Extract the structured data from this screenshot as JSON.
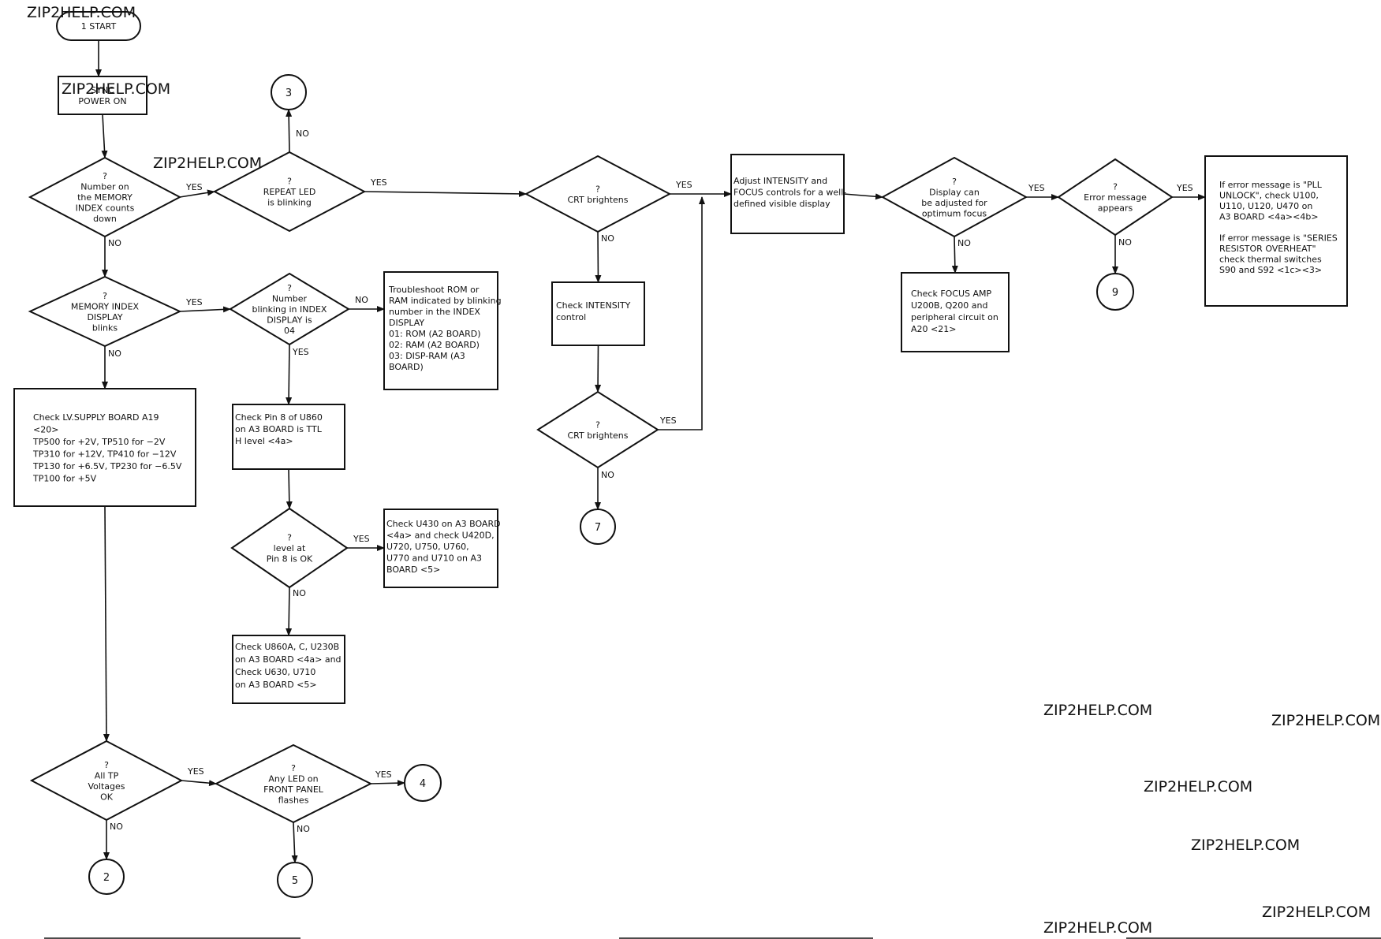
{
  "nodes": {
    "start": {
      "kind": "terminal",
      "text": [
        "1 START"
      ]
    },
    "power_on": {
      "kind": "box",
      "text": [
        "SYNC",
        "POWER ON"
      ]
    },
    "mem_index_counts": {
      "kind": "decision",
      "text": [
        "?",
        "Number on",
        "the MEMORY",
        "INDEX counts",
        "down"
      ]
    },
    "repeat_led": {
      "kind": "decision",
      "text": [
        "?",
        "REPEAT LED",
        "is blinking"
      ]
    },
    "mem_index_blinks": {
      "kind": "decision",
      "text": [
        "?",
        "MEMORY INDEX",
        "DISPLAY",
        "blinks"
      ]
    },
    "number_blinking": {
      "kind": "decision",
      "text": [
        "?",
        "Number",
        "blinking in INDEX",
        "DISPLAY is",
        "04"
      ]
    },
    "troubleshoot_rom": {
      "kind": "box",
      "text": [
        "Troubleshoot ROM or",
        "RAM indicated by blinking",
        "number in the INDEX",
        "DISPLAY",
        "01: ROM (A2 BOARD)",
        "02: RAM (A2 BOARD)",
        "03: DISP-RAM (A3",
        "BOARD)"
      ]
    },
    "check_lv_supply": {
      "kind": "box",
      "text": [
        "Check LV.SUPPLY BOARD A19",
        "<20>",
        "TP500 for +2V, TP510 for −2V",
        "TP310 for +12V, TP410 for −12V",
        "TP130 for +6.5V, TP230 for −6.5V",
        "TP100 for +5V"
      ]
    },
    "check_pin8": {
      "kind": "box",
      "text": [
        "Check Pin 8 of U860",
        "on A3 BOARD is TTL",
        "H level <4a>"
      ]
    },
    "level_pin8": {
      "kind": "decision",
      "text": [
        "?",
        "level at",
        "Pin 8 is OK"
      ]
    },
    "check_u430": {
      "kind": "box",
      "text": [
        "Check U430 on A3 BOARD",
        "<4a> and check U420D,",
        "U720, U750, U760,",
        "U770 and U710 on A3",
        "BOARD <5>"
      ]
    },
    "check_u860a": {
      "kind": "box",
      "text": [
        "Check U860A, C, U230B",
        "on A3 BOARD <4a> and",
        "Check U630, U710",
        "on A3 BOARD <5>"
      ]
    },
    "all_tp": {
      "kind": "decision",
      "text": [
        "?",
        "All TP",
        "Voltages",
        "OK"
      ]
    },
    "any_led": {
      "kind": "decision",
      "text": [
        "?",
        "Any LED on",
        "FRONT PANEL",
        "flashes"
      ]
    },
    "crt_brightens_1": {
      "kind": "decision",
      "text": [
        "?",
        "CRT brightens"
      ]
    },
    "check_intensity": {
      "kind": "box",
      "text": [
        "Check INTENSITY",
        "control"
      ]
    },
    "crt_brightens_2": {
      "kind": "decision",
      "text": [
        "?",
        "CRT brightens"
      ]
    },
    "adjust_intensity": {
      "kind": "box",
      "text": [
        "Adjust INTENSITY and",
        "FOCUS controls for a well-",
        "defined visible display"
      ]
    },
    "display_focus": {
      "kind": "decision",
      "text": [
        "?",
        "Display can",
        "be adjusted for",
        "optimum focus"
      ]
    },
    "check_focus_amp": {
      "kind": "box",
      "text": [
        "Check FOCUS AMP",
        "U200B, Q200 and",
        "peripheral circuit on",
        "A20 <21>"
      ]
    },
    "error_message": {
      "kind": "decision",
      "text": [
        "?",
        "Error message",
        "appears"
      ]
    },
    "error_box": {
      "kind": "box",
      "text": [
        "If error message is \"PLL",
        "UNLOCK\", check U100,",
        "U110, U120, U470 on",
        "A3 BOARD <4a><4b>",
        "",
        "If error message is \"SERIES",
        "RESISTOR OVERHEAT\"",
        "check thermal switches",
        "S90 and S92 <1c><3>"
      ]
    },
    "c3": {
      "kind": "connector",
      "text": [
        "3"
      ]
    },
    "c2": {
      "kind": "connector",
      "text": [
        "2"
      ]
    },
    "c4": {
      "kind": "connector",
      "text": [
        "4"
      ]
    },
    "c5": {
      "kind": "connector",
      "text": [
        "5"
      ]
    },
    "c7": {
      "kind": "connector",
      "text": [
        "7"
      ]
    },
    "c9": {
      "kind": "connector",
      "text": [
        "9"
      ]
    }
  },
  "edges": [
    {
      "from": "mem_index_counts",
      "to": "repeat_led",
      "label": "YES"
    },
    {
      "from": "repeat_led",
      "to": "c3",
      "label": "NO"
    },
    {
      "from": "repeat_led",
      "to": "crt_brightens_1",
      "label": "YES"
    },
    {
      "from": "mem_index_counts",
      "to": "mem_index_blinks",
      "label": "NO"
    },
    {
      "from": "mem_index_blinks",
      "to": "number_blinking",
      "label": "YES"
    },
    {
      "from": "number_blinking",
      "to": "troubleshoot_rom",
      "label": "NO"
    },
    {
      "from": "number_blinking",
      "to": "check_pin8",
      "label": "YES"
    },
    {
      "from": "mem_index_blinks",
      "to": "check_lv_supply",
      "label": "NO"
    },
    {
      "from": "level_pin8",
      "to": "check_u430",
      "label": "YES"
    },
    {
      "from": "level_pin8",
      "to": "check_u860a",
      "label": "NO"
    },
    {
      "from": "all_tp",
      "to": "any_led",
      "label": "YES"
    },
    {
      "from": "all_tp",
      "to": "c2",
      "label": "NO"
    },
    {
      "from": "any_led",
      "to": "c4",
      "label": "YES"
    },
    {
      "from": "any_led",
      "to": "c5",
      "label": "NO"
    },
    {
      "from": "crt_brightens_1",
      "to": "adjust_intensity",
      "label": "YES"
    },
    {
      "from": "crt_brightens_1",
      "to": "check_intensity",
      "label": "NO"
    },
    {
      "from": "crt_brightens_2",
      "to": "adjust_intensity",
      "label": "YES"
    },
    {
      "from": "crt_brightens_2",
      "to": "c7",
      "label": "NO"
    },
    {
      "from": "display_focus",
      "to": "error_message",
      "label": "YES"
    },
    {
      "from": "display_focus",
      "to": "check_focus_amp",
      "label": "NO"
    },
    {
      "from": "error_message",
      "to": "error_box",
      "label": "YES"
    },
    {
      "from": "error_message",
      "to": "c9",
      "label": "NO"
    }
  ],
  "watermarks": [
    "ZIP2HELP.COM",
    "ZIP2HELP.COM",
    "ZIP2HELP.COM",
    "ZIP2HELP.COM",
    "ZIP2HELP.COM",
    "ZIP2HELP.COM",
    "ZIP2HELP.COM",
    "ZIP2HELP.COM",
    "ZIP2HELP.COM"
  ]
}
